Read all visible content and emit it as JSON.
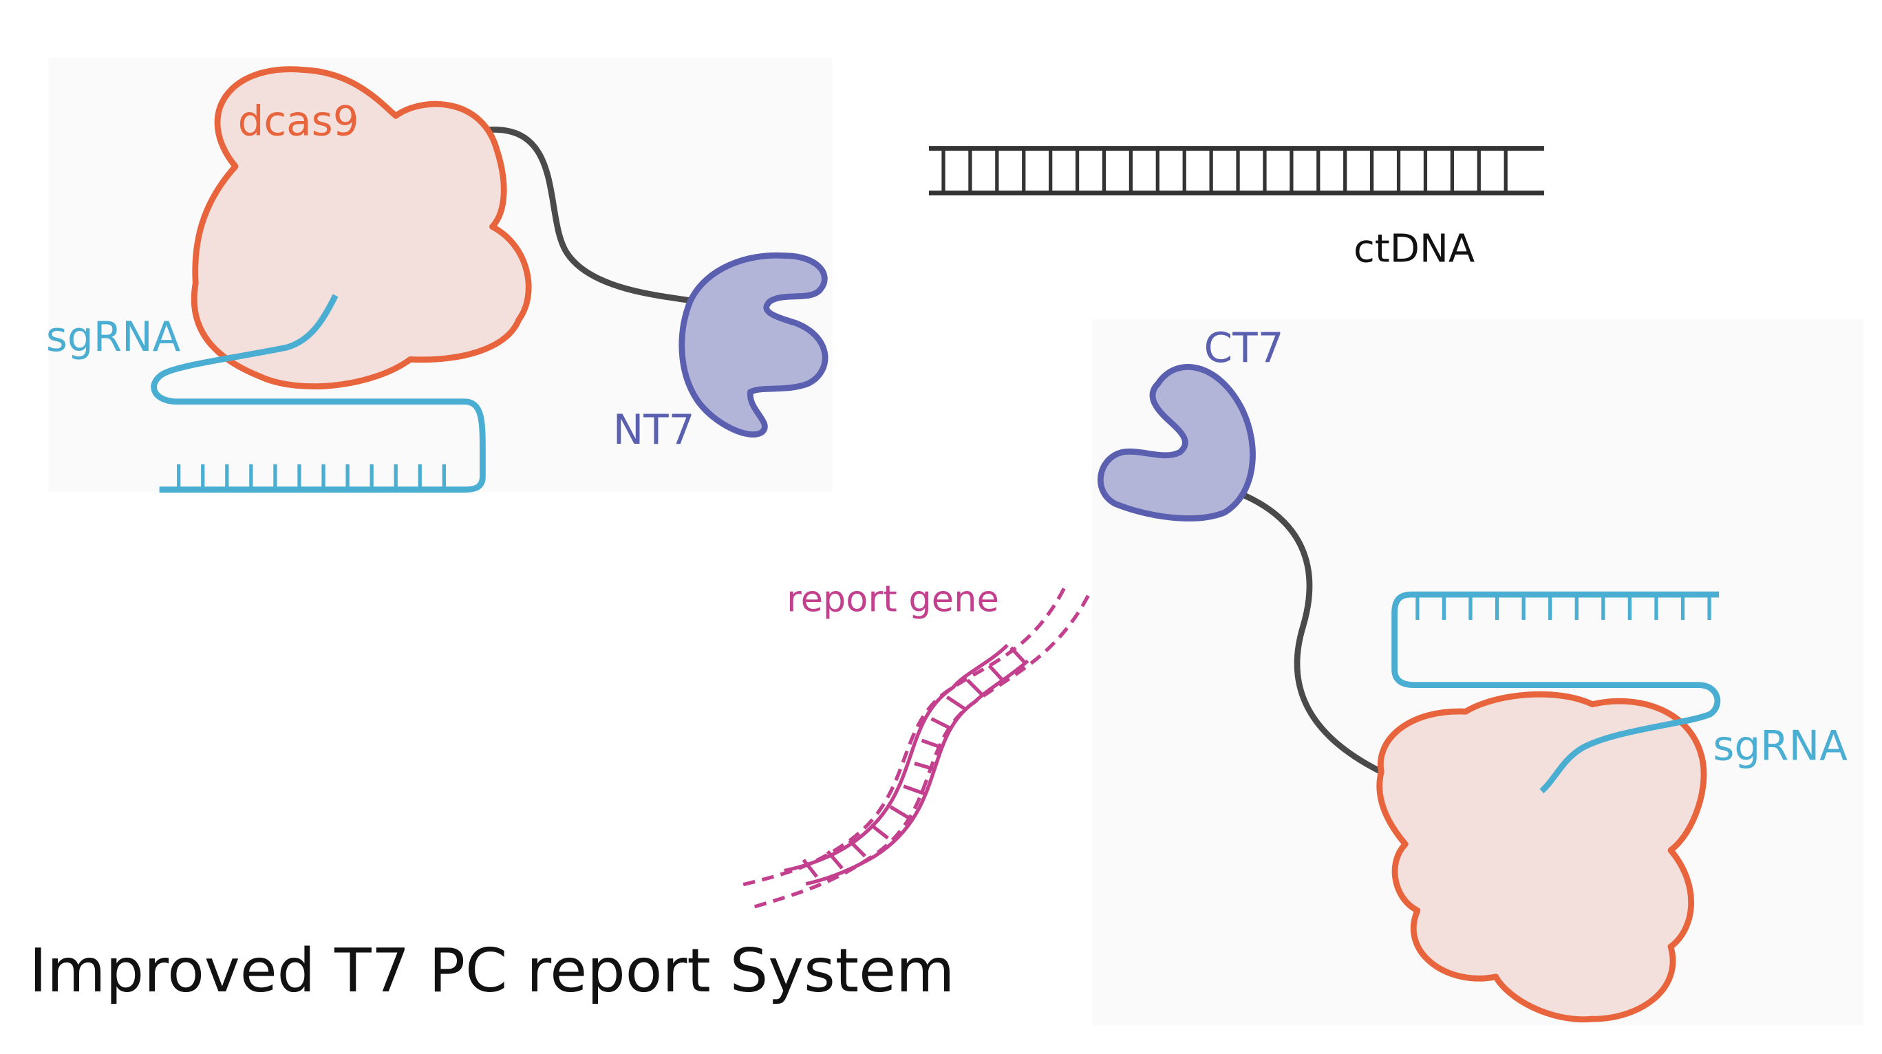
{
  "title": "Improved T7 PC report System",
  "labels": {
    "dcas9": "dcas9",
    "sgrna_left": "sgRNA",
    "sgrna_right": "sgRNA",
    "nt7": "NT7",
    "ct7": "CT7",
    "ctdna": "ctDNA",
    "report_gene": "report gene"
  },
  "colors": {
    "dcas9_stroke": "#e8643c",
    "dcas9_fill": "#f3dfdb",
    "sgrna": "#4aaed2",
    "t7_stroke": "#5a5fb0",
    "t7_fill": "#b3b5d8",
    "linker": "#4a4a4a",
    "dna": "#333333",
    "report": "#c2408e",
    "title": "#111111"
  }
}
